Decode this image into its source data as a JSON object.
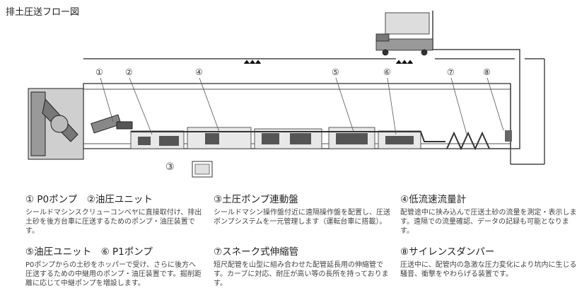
{
  "title": "排土圧送フロー図",
  "callouts": [
    "①",
    "②",
    "④",
    "⑤",
    "⑥",
    "⑦",
    "⑧"
  ],
  "callout3": "③",
  "items": [
    {
      "heading": "① P0ポンプ　②油圧ユニット",
      "body": "シールドマシンスクリューコンベヤに直接取付け、排出土砂を後方台車に圧送するためのポンプ・油圧装置です。"
    },
    {
      "heading": "③土圧ポンプ連動盤",
      "body": "シールドマシン操作盤付近に遠隔操作盤を配置し、圧送ポンプシステムを一元管理します（運転台車に搭載）。"
    },
    {
      "heading": "④低流速流量計",
      "body": "配管途中に挟み込んで圧送土砂の流量を測定・表示します。遠隔での流量確認、データの記録も可能となります。"
    },
    {
      "heading": "⑤油圧ユニット　⑥ P1ポンプ",
      "body": "P0ポンプからの土砂をホッパーで受け、さらに後方へ圧送するための中継用のポンプ・油圧装置です。掘削距離に応じて中継ポンプを増設します。"
    },
    {
      "heading": "⑦スネーク式伸縮管",
      "body": "短尺配管を山型に組み合わせた配管延長用の伸縮管です。カーブに対応、耐圧が高い等の長所を持っております。"
    },
    {
      "heading": "⑧サイレンスダンパー",
      "body": "圧送中に、配管内の急激な圧力変化により坑内に生じる騒音、衝撃をやわらげる装置です。"
    }
  ]
}
